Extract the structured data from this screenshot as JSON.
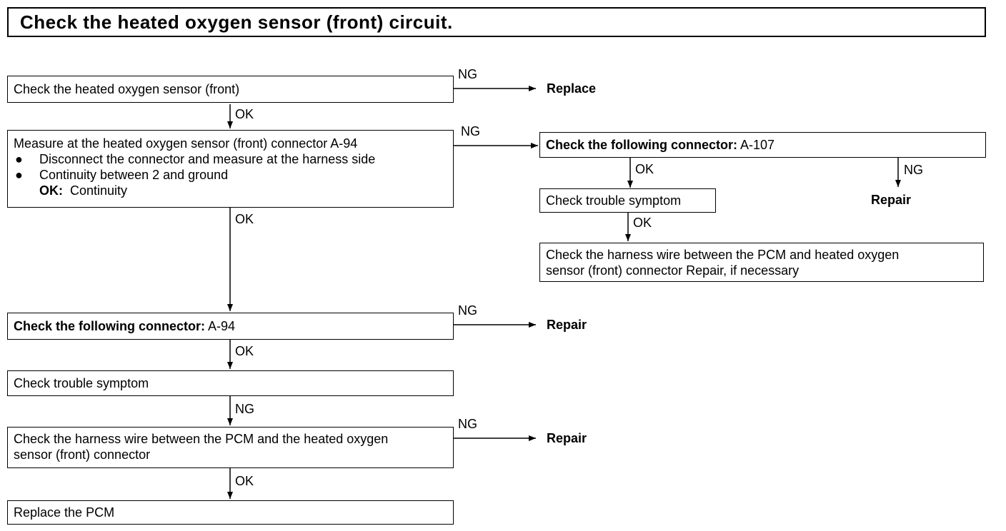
{
  "title": "Check the heated oxygen sensor (front) circuit.",
  "boxes": {
    "b1": "Check the heated oxygen sensor (front)",
    "b2_line1": "Measure at the heated oxygen sensor (front) connector A-94",
    "b2_bullet1": "Disconnect the connector and measure at the harness side",
    "b2_bullet2": "Continuity between 2 and ground",
    "b2_ok_key": "OK:",
    "b2_ok_val": "Continuity",
    "b3_key": "Check the following connector:",
    "b3_val": "A-107",
    "b4": "Check trouble symptom",
    "b5_line1": "Check the harness wire between the PCM and heated oxygen",
    "b5_line2": "sensor (front) connector Repair, if necessary",
    "b6_key": "Check the following connector:",
    "b6_val": "A-94",
    "b7": "Check trouble symptom",
    "b8_line1": "Check the harness wire between the PCM and the heated oxygen",
    "b8_line2": "sensor (front) connector",
    "b9": "Replace the PCM"
  },
  "bullet_glyph": "●",
  "labels": {
    "ng": "NG",
    "ok": "OK",
    "replace": "Replace",
    "repair": "Repair"
  }
}
